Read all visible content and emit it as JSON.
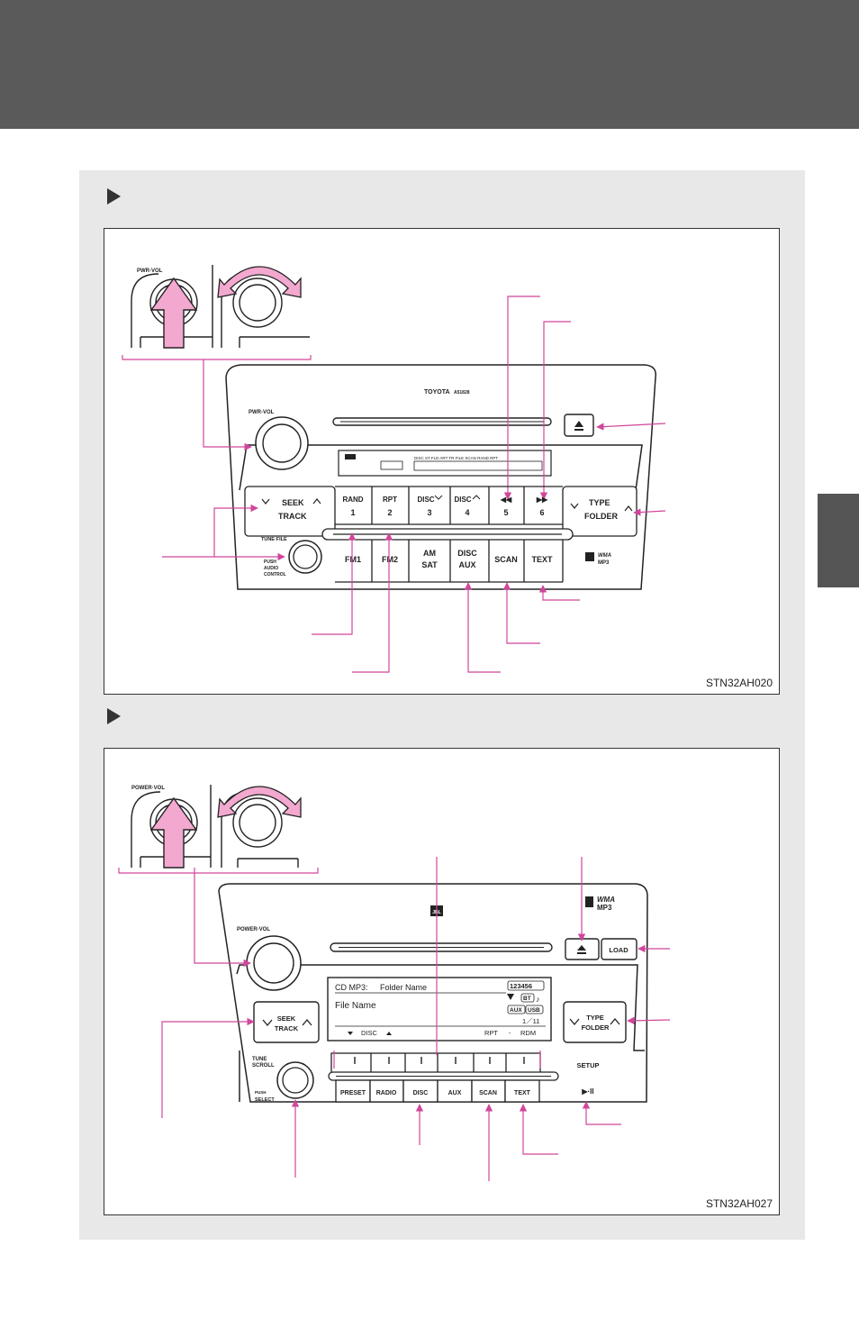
{
  "header": {
    "bar_color": "#5a5a5a",
    "tab_color": "#555555"
  },
  "accent_color": "#d1469b",
  "figure1": {
    "code": "STN32AH020",
    "brand": "TOYOTA",
    "model": "A51828",
    "pwr_vol": "PWR-VOL",
    "tune_file": "TUNE·FILE",
    "push": "PUSH",
    "audio": "AUDIO",
    "control": "CONTROL",
    "seek": "SEEK",
    "track": "TRACK",
    "type": "TYPE",
    "folder": "FOLDER",
    "rand": "RAND",
    "rpt": "RPT",
    "disc": "DISC",
    "n1": "1",
    "n2": "2",
    "n3": "3",
    "n4": "4",
    "n5": "5",
    "n6": "6",
    "rew": "◀◀",
    "ff": "▶▶",
    "fm1": "FM1",
    "fm2": "FM2",
    "am": "AM",
    "sat": "SAT",
    "disc_btn": "DISC",
    "aux": "AUX",
    "scan": "SCAN",
    "text": "TEXT",
    "wma": "WMA",
    "mp3": "MP3",
    "display_labels": "DISC  ST  FLD  ART  TR  FILE  SCAN  RAND  RPT"
  },
  "figure2": {
    "code": "STN32AH027",
    "power_vol": "POWER·VOL",
    "jbl": "JBL",
    "wma": "WMA",
    "mp3": "MP3",
    "load": "LOAD",
    "seek": "SEEK",
    "track": "TRACK",
    "type": "TYPE",
    "folder": "FOLDER",
    "tune": "TUNE",
    "scroll": "SCROLL",
    "push": "PUSH",
    "select": "SELECT",
    "setup": "SETUP",
    "play_pause": "▶·II",
    "screen_mode": "CD MP3:",
    "screen_folder": "Folder Name",
    "screen_file": "File Name",
    "screen_discs": "123456",
    "screen_bt": "BT",
    "screen_aux": "AUX",
    "screen_usb": "USB",
    "screen_count": "1／11",
    "screen_disc": "DISC",
    "screen_rpt": "RPT",
    "screen_dash": "-",
    "screen_rdm": "RDM",
    "preset": "PRESET",
    "radio": "RADIO",
    "disc_btn": "DISC",
    "aux_btn": "AUX",
    "scan": "SCAN",
    "text": "TEXT"
  }
}
